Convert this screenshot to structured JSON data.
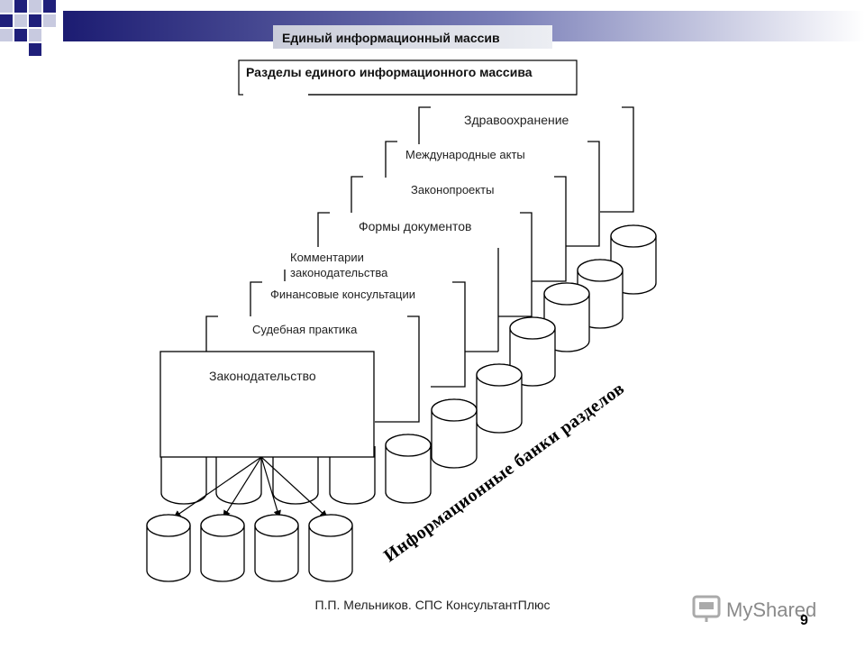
{
  "title": "Единый информационный массив",
  "subtitle": "Разделы единого информационного массива",
  "sections": [
    "Здравоохранение",
    "Международные акты",
    "Законопроекты",
    "Формы документов",
    "Комментарии законодательства",
    "Финансовые консультации",
    "Судебная практика",
    "Законодательство"
  ],
  "banks_label": "Информационные банки разделов",
  "footer": {
    "author": "П.П. Мельников. СПС КонсультантПлюс",
    "page_number": "9",
    "watermark": "MyShared"
  },
  "colors": {
    "header_band": "#1f1f7a",
    "title_bar": "#d9dce6"
  },
  "icons": [
    "corner-squares-decoration",
    "database-cylinder-icon",
    "arrow-icon",
    "myshared-logo-icon"
  ]
}
